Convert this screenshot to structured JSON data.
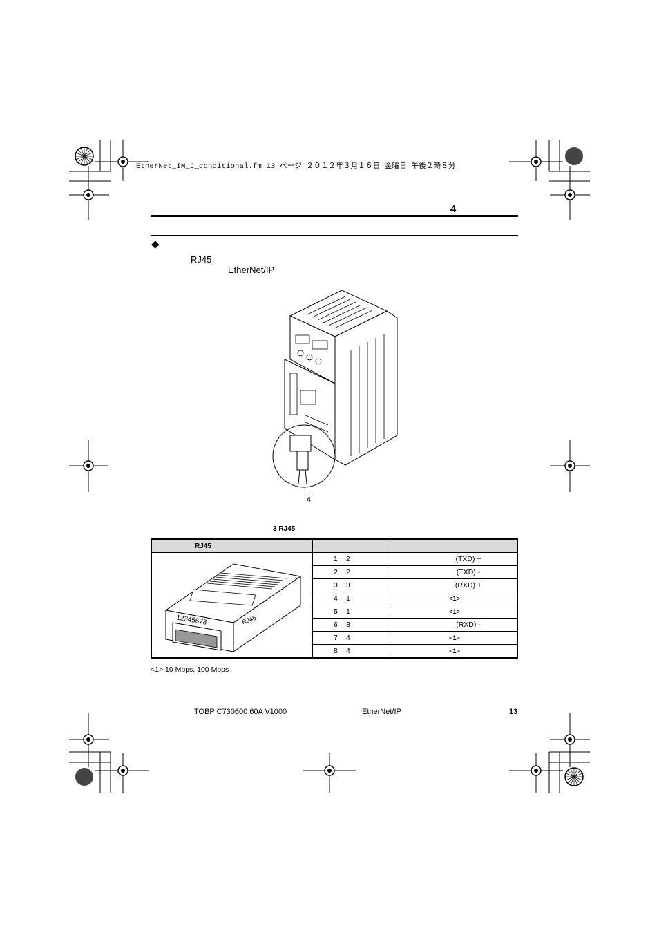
{
  "slug": "EtherNet_IM_J_conditional.fm  13 ページ  ２０１２年３月１６日  金曜日  午後２時８分",
  "header": {
    "chapter_number": "4"
  },
  "section": {
    "bullet": "◆",
    "line1": "RJ45",
    "line2": "EtherNet/IP"
  },
  "figure": {
    "caption": "4"
  },
  "table": {
    "caption": "3  RJ45",
    "headers": [
      "RJ45",
      "",
      ""
    ],
    "connector_label": "RJ45",
    "connector_pins": "12345678",
    "rows": [
      {
        "a": "1",
        "b": "2",
        "signal": "(TXD) +",
        "small": false
      },
      {
        "a": "2",
        "b": "2",
        "signal": "(TXD) -",
        "small": false
      },
      {
        "a": "3",
        "b": "3",
        "signal": "(RXD) +",
        "small": false
      },
      {
        "a": "4",
        "b": "1",
        "signal": "<1>",
        "small": true
      },
      {
        "a": "5",
        "b": "1",
        "signal": "<1>",
        "small": true
      },
      {
        "a": "6",
        "b": "3",
        "signal": "(RXD) -",
        "small": false
      },
      {
        "a": "7",
        "b": "4",
        "signal": "<1>",
        "small": true
      },
      {
        "a": "8",
        "b": "4",
        "signal": "<1>",
        "small": true
      }
    ]
  },
  "footnote": "<1> 10 Mbps, 100 Mbps",
  "footer": {
    "doc_number": "TOBP C730600 60A V1000",
    "title": "EtherNet/IP",
    "page": "13"
  }
}
